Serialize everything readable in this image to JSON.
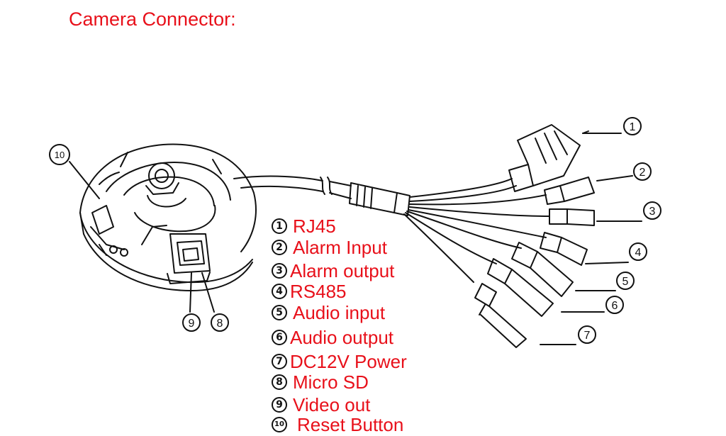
{
  "title": "Camera Connector:",
  "legend": [
    {
      "num": "1",
      "label": "RJ45"
    },
    {
      "num": "2",
      "label": "Alarm Input"
    },
    {
      "num": "3",
      "label": "Alarm output"
    },
    {
      "num": "4",
      "label": "RS485"
    },
    {
      "num": "5",
      "label": "Audio input"
    },
    {
      "num": "6",
      "label": "Audio output"
    },
    {
      "num": "7",
      "label": "DC12V Power"
    },
    {
      "num": "8",
      "label": "Micro SD"
    },
    {
      "num": "9",
      "label": "Video out"
    },
    {
      "num": "10",
      "label": "Reset Button"
    }
  ],
  "callouts": [
    "1",
    "2",
    "3",
    "4",
    "5",
    "6",
    "7",
    "8",
    "9",
    "10"
  ],
  "colors": {
    "label_red": "#e8101a",
    "line": "#111111",
    "background": "#ffffff"
  }
}
